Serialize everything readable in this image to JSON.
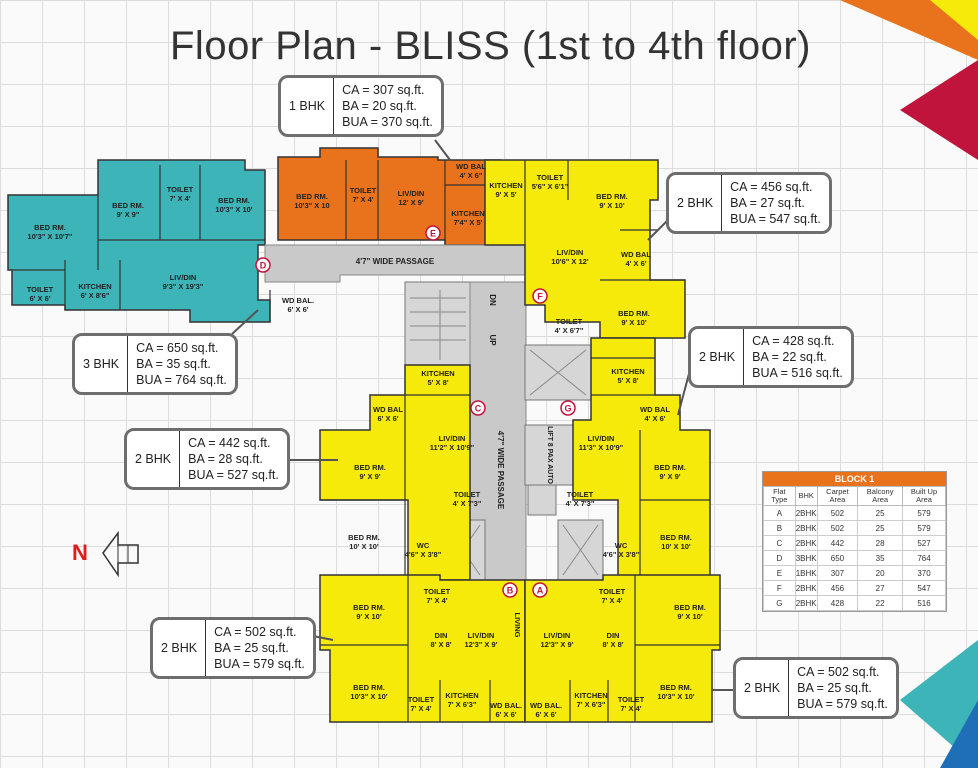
{
  "title": "Floor Plan - BLISS (1st to 4th floor)",
  "north_label": "N",
  "colors": {
    "teal": "#3cb4b8",
    "orange": "#e8731c",
    "yellow": "#f6ea0b",
    "corridor": "#c9c9c9",
    "callout_border": "#6e6e6e"
  },
  "rooms": [
    {
      "id": "bed-d1",
      "name": "BED RM.",
      "size": "10'3\" X 10'7\""
    },
    {
      "id": "bed-d2",
      "name": "BED RM.",
      "size": "9' X 9\""
    },
    {
      "id": "toilet-d1",
      "name": "TOILET",
      "size": "7' X 4'"
    },
    {
      "id": "bed-d3",
      "name": "BED RM.",
      "size": "10'3\" X 10'"
    },
    {
      "id": "toilet-d2",
      "name": "TOILET",
      "size": "6' X 6'"
    },
    {
      "id": "kitchen-d",
      "name": "KITCHEN",
      "size": "6' X 8'6\""
    },
    {
      "id": "livdin-d",
      "name": "LIV/DIN",
      "size": "9'3\" X 19'3\""
    },
    {
      "id": "wdbal-d",
      "name": "WD BAL.",
      "size": "6' X 6'"
    },
    {
      "id": "bed-e",
      "name": "BED RM.",
      "size": "10'3\" X 10"
    },
    {
      "id": "toilet-e",
      "name": "TOILET",
      "size": "7' X 4'"
    },
    {
      "id": "livdin-e",
      "name": "LIV/DIN",
      "size": "12' X 9'"
    },
    {
      "id": "wdbal-e",
      "name": "WD BAL",
      "size": "4' X 6\""
    },
    {
      "id": "kitchen-e",
      "name": "KITCHEN",
      "size": "7'4\" X 5'"
    },
    {
      "id": "kitchen-f",
      "name": "KITCHEN",
      "size": "9' X 5'"
    },
    {
      "id": "toilet-f",
      "name": "TOILET",
      "size": "5'6\" X 6'1\""
    },
    {
      "id": "bed-f1",
      "name": "BED RM.",
      "size": "9' X 10'"
    },
    {
      "id": "livdin-f",
      "name": "LIV/DIN",
      "size": "10'6\" X 12'"
    },
    {
      "id": "wdbal-f",
      "name": "WD BAL",
      "size": "4' X 6'"
    },
    {
      "id": "bed-f2",
      "name": "BED RM.",
      "size": "9' X 10'"
    },
    {
      "id": "toilet-f2",
      "name": "TOILET",
      "size": "4' X 6'7\""
    },
    {
      "id": "kitchen-g",
      "name": "KITCHEN",
      "size": "5' X 8'"
    },
    {
      "id": "kitchen-c",
      "name": "KITCHEN",
      "size": "5' X 8'"
    },
    {
      "id": "wdbal-c",
      "name": "WD BAL",
      "size": "6' X 6'"
    },
    {
      "id": "livdin-c",
      "name": "LIV/DIN",
      "size": "11'2\" X 10'9\""
    },
    {
      "id": "bed-c1",
      "name": "BED RM.",
      "size": "9' X 9'"
    },
    {
      "id": "toilet-c",
      "name": "TOILET",
      "size": "4' X 7'3\""
    },
    {
      "id": "bed-c2",
      "name": "BED RM.",
      "size": "10' X 10'"
    },
    {
      "id": "wc-c",
      "name": "WC",
      "size": "4'6\" X 3'8\""
    },
    {
      "id": "livdin-g",
      "name": "LIV/DIN",
      "size": "11'3\" X 10'9\""
    },
    {
      "id": "wdbal-g",
      "name": "WD BAL",
      "size": "4' X 6'"
    },
    {
      "id": "bed-g1",
      "name": "BED RM.",
      "size": "9' X 9'"
    },
    {
      "id": "toilet-g",
      "name": "TOILET",
      "size": "4' X 7'3\""
    },
    {
      "id": "bed-g2",
      "name": "BED RM.",
      "size": "10' X 10'"
    },
    {
      "id": "wc-g",
      "name": "WC",
      "size": "4'6\" X 3'8\""
    },
    {
      "id": "toilet-b1",
      "name": "TOILET",
      "size": "7' X 4'"
    },
    {
      "id": "bed-b1",
      "name": "BED RM.",
      "size": "9' X 10'"
    },
    {
      "id": "din-b",
      "name": "DIN",
      "size": "8' X 8'"
    },
    {
      "id": "liv-b",
      "name": "LIV/DIN",
      "size": "12'3\" X 9'"
    },
    {
      "id": "bed-b2",
      "name": "BED RM.",
      "size": "10'3\" X 10'"
    },
    {
      "id": "toilet-b2",
      "name": "TOILET",
      "size": "7' X 4'"
    },
    {
      "id": "kitchen-b",
      "name": "KITCHEN",
      "size": "7' X 6'3\""
    },
    {
      "id": "wdbal-b",
      "name": "WD BAL.",
      "size": "6' X 6'"
    },
    {
      "id": "wdbal-a",
      "name": "WD BAL.",
      "size": "6' X 6'"
    },
    {
      "id": "kitchen-a",
      "name": "KITCHEN",
      "size": "7' X 6'3\""
    },
    {
      "id": "toilet-a2",
      "name": "TOILET",
      "size": "7' X 4'"
    },
    {
      "id": "bed-a2",
      "name": "BED RM.",
      "size": "10'3\" X 10'"
    },
    {
      "id": "liv-a",
      "name": "LIV/DIN",
      "size": "12'3\" X 9'"
    },
    {
      "id": "din-a",
      "name": "DIN",
      "size": "8' X 8'"
    },
    {
      "id": "toilet-a1",
      "name": "TOILET",
      "size": "7' X 4'"
    },
    {
      "id": "bed-a1",
      "name": "BED RM.",
      "size": "9' X 10'"
    }
  ],
  "passage_h": "4'7\" WIDE PASSAGE",
  "passage_v": "4'7\" WIDE PASSAGE",
  "living_label": "LIVING",
  "lift_label": "LIFT 8 PAX AUTO",
  "stair_dn": "DN",
  "stair_up": "UP",
  "markers": [
    "A",
    "B",
    "C",
    "D",
    "E",
    "F",
    "G"
  ],
  "callouts": {
    "e": {
      "type": "1 BHK",
      "ca": "CA = 307 sq.ft.",
      "ba": "BA = 20 sq.ft.",
      "bua": "BUA = 370 sq.ft."
    },
    "f": {
      "type": "2 BHK",
      "ca": "CA = 456 sq.ft.",
      "ba": "BA = 27 sq.ft.",
      "bua": "BUA = 547 sq.ft."
    },
    "d": {
      "type": "3 BHK",
      "ca": "CA = 650 sq.ft.",
      "ba": "BA = 35 sq.ft.",
      "bua": "BUA = 764 sq.ft."
    },
    "g": {
      "type": "2 BHK",
      "ca": "CA = 428 sq.ft.",
      "ba": "BA = 22 sq.ft.",
      "bua": "BUA = 516 sq.ft."
    },
    "c": {
      "type": "2 BHK",
      "ca": "CA = 442 sq.ft.",
      "ba": "BA = 28 sq.ft.",
      "bua": "BUA = 527 sq.ft."
    },
    "b": {
      "type": "2 BHK",
      "ca": "CA = 502 sq.ft.",
      "ba": "BA = 25 sq.ft.",
      "bua": "BUA = 579 sq.ft."
    },
    "a": {
      "type": "2 BHK",
      "ca": "CA = 502 sq.ft.",
      "ba": "BA = 25 sq.ft.",
      "bua": "BUA = 579 sq.ft."
    }
  },
  "table": {
    "title": "BLOCK 1",
    "headers": [
      "Flat Type",
      "BHK",
      "Carpet Area",
      "Balcony Area",
      "Built Up Area"
    ],
    "rows": [
      [
        "A",
        "2BHK",
        "502",
        "25",
        "579"
      ],
      [
        "B",
        "2BHK",
        "502",
        "25",
        "579"
      ],
      [
        "C",
        "2BHK",
        "442",
        "28",
        "527"
      ],
      [
        "D",
        "3BHK",
        "650",
        "35",
        "764"
      ],
      [
        "E",
        "1BHK",
        "307",
        "20",
        "370"
      ],
      [
        "F",
        "2BHK",
        "456",
        "27",
        "547"
      ],
      [
        "G",
        "2BHK",
        "428",
        "22",
        "516"
      ]
    ]
  }
}
